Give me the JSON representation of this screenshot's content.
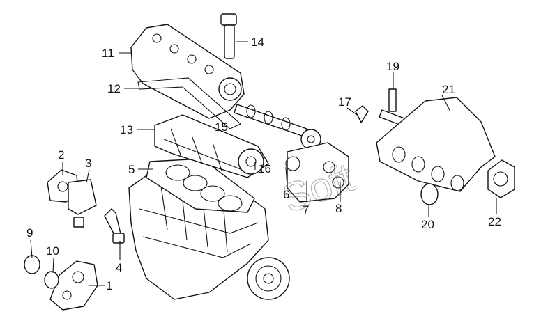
{
  "diagram": {
    "callouts": [
      "1",
      "2",
      "3",
      "4",
      "5",
      "6",
      "7",
      "8",
      "9",
      "10",
      "11",
      "12",
      "13",
      "14",
      "15",
      "16",
      "17",
      "19",
      "20",
      "21",
      "22"
    ],
    "watermark": "Soft"
  }
}
